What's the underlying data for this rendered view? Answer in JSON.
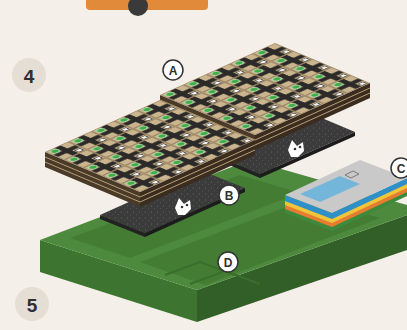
{
  "diagram": {
    "labels": [
      "4",
      "A",
      "B",
      "C",
      "D",
      "5"
    ]
  }
}
